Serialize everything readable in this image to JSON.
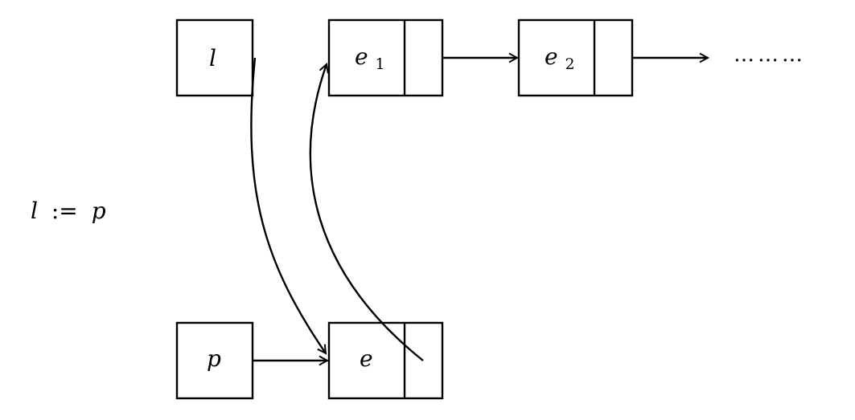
{
  "assignment": {
    "lhs": "l",
    "op": ":=",
    "rhs": "p"
  },
  "nodes": {
    "var_l": {
      "label": "l"
    },
    "var_p": {
      "label": "p"
    },
    "cell_e1": {
      "label": "e",
      "subscript": "1"
    },
    "cell_e2": {
      "label": "e",
      "subscript": "2"
    },
    "cell_e": {
      "label": "e"
    }
  },
  "continuation": "………"
}
